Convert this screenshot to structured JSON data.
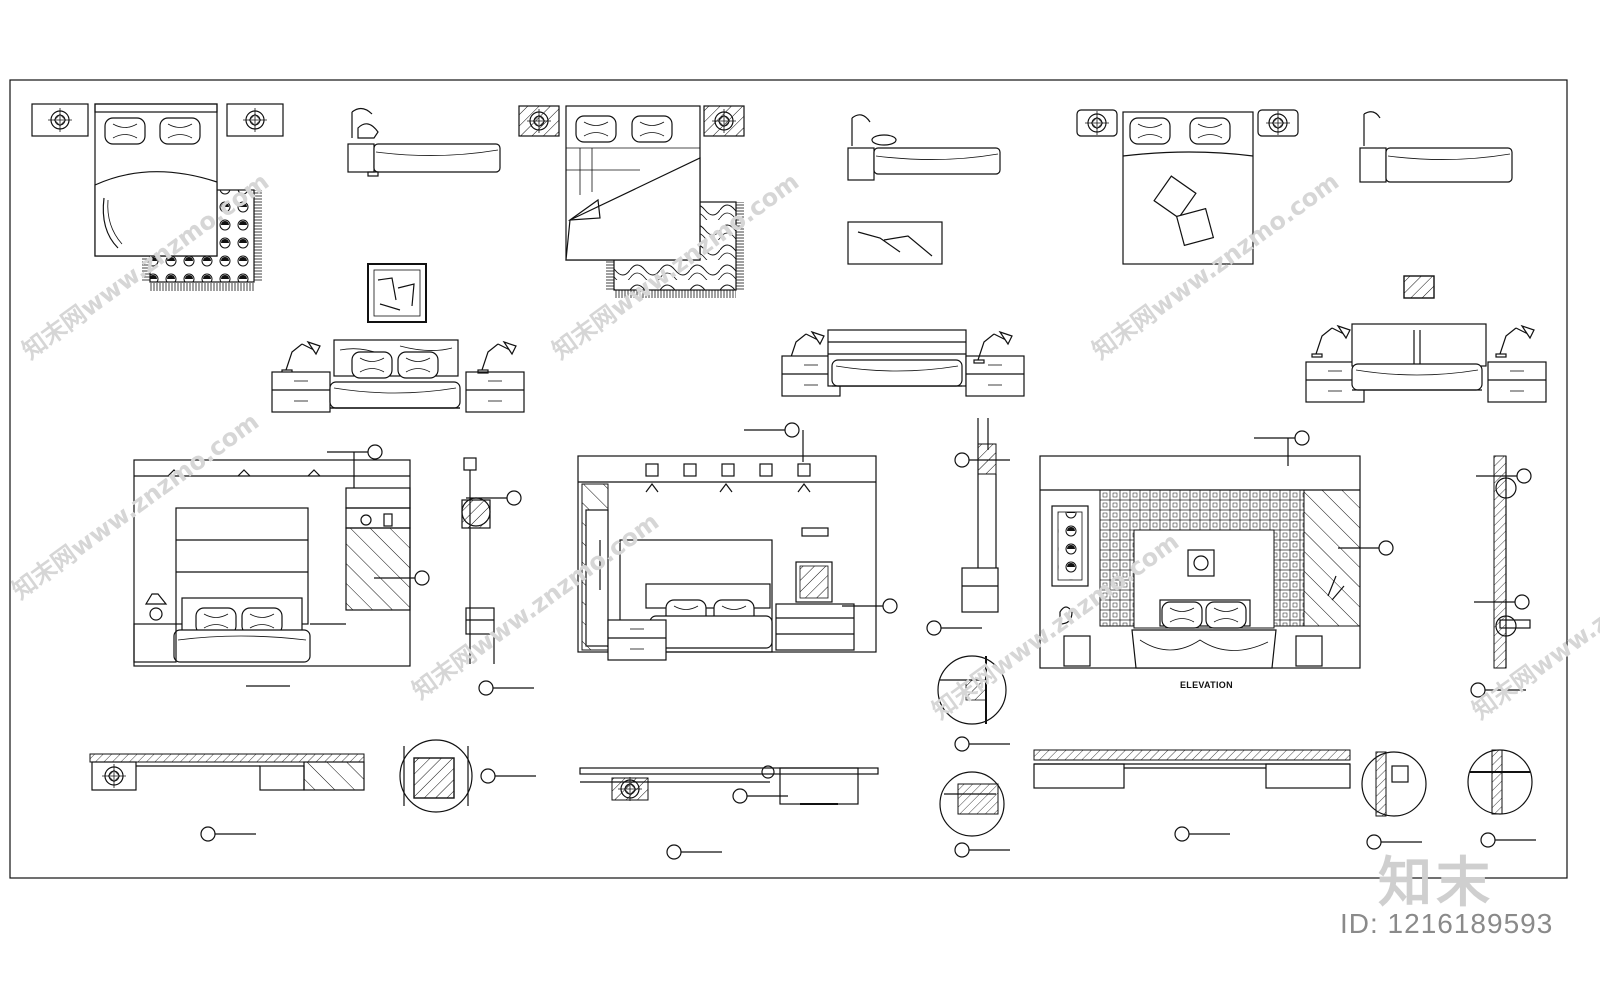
{
  "drawing": {
    "elevation_label": "ELEVATION"
  },
  "watermark": {
    "site_text": "知末网www.znzmo.com",
    "brand": "知末",
    "id_label": "ID: 1216189593"
  }
}
